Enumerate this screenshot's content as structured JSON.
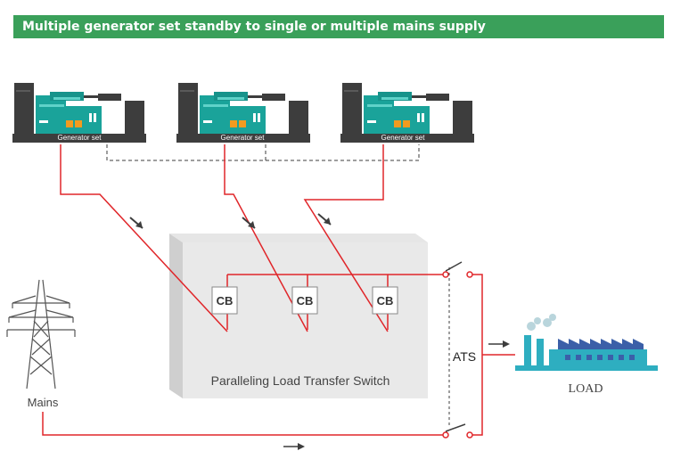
{
  "banner": {
    "title": "Multiple generator set standby to single or multiple mains supply"
  },
  "generators": [
    {
      "label": "Generator set"
    },
    {
      "label": "Generator set"
    },
    {
      "label": "Generator set"
    }
  ],
  "breakers": [
    {
      "label": "CB"
    },
    {
      "label": "CB"
    },
    {
      "label": "CB"
    }
  ],
  "switch": {
    "label": "Paralleling Load Transfer Switch"
  },
  "ats": {
    "label": "ATS"
  },
  "mains": {
    "label": "Mains"
  },
  "load": {
    "label": "LOAD"
  },
  "colors": {
    "banner": "#3aa05a",
    "wire": "#e0262a",
    "genset_body": "#3d3d3d",
    "engine": "#1aa39a",
    "accent": "#f29b1f",
    "factory": "#2eaec0"
  }
}
